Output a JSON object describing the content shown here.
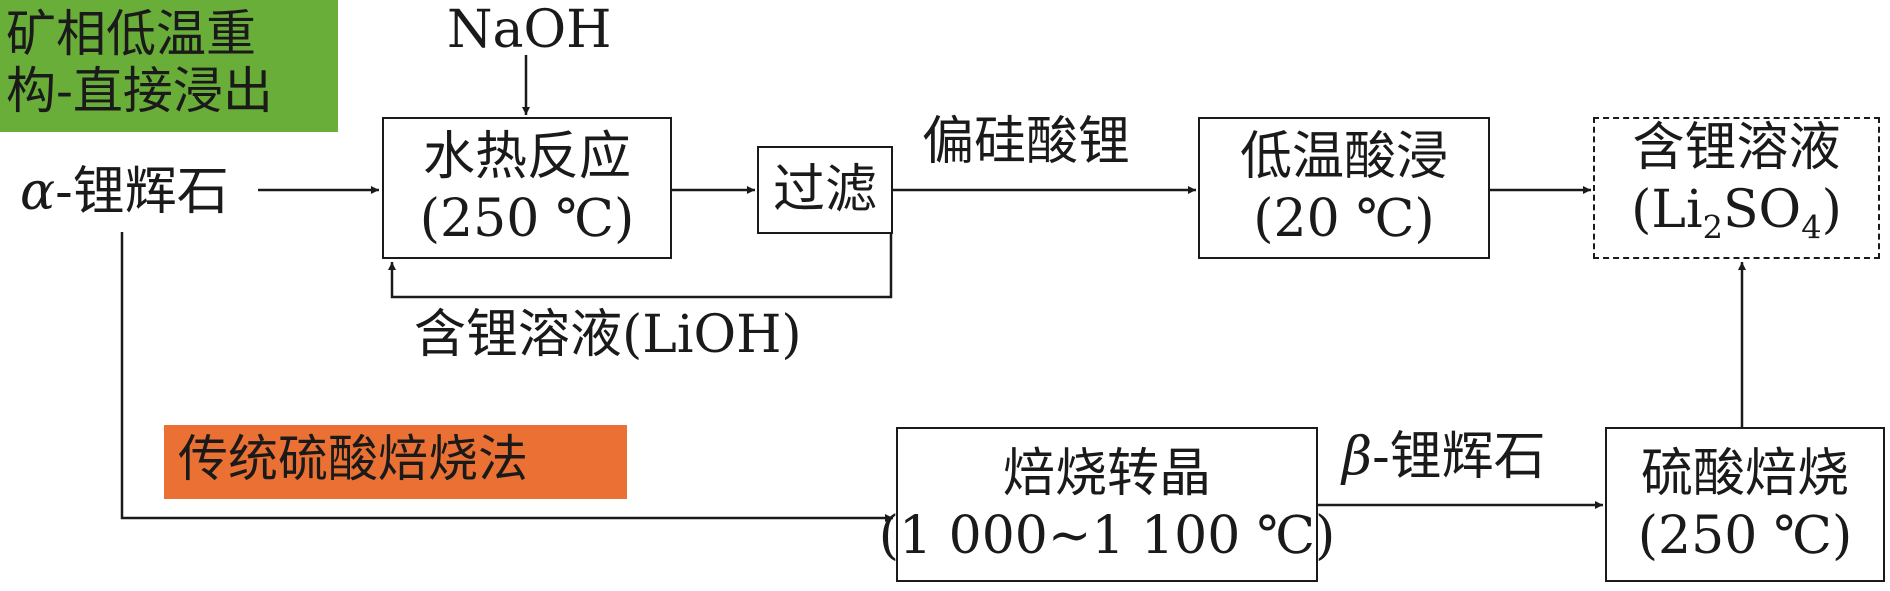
{
  "tags": {
    "green_line1": "矿相低温重",
    "green_line2": "构-直接浸出",
    "orange": "传统硫酸焙烧法"
  },
  "colors": {
    "green": "#6aae3a",
    "orange": "#ea7133",
    "stroke": "#1a1a1a"
  },
  "nodes": {
    "start": {
      "greek": "α",
      "text": "-锂辉石"
    },
    "naoh": "NaOH",
    "hydro": {
      "line1": "水热反应",
      "line2": "(250 ℃)"
    },
    "filter": "过滤",
    "silicate": "偏硅酸锂",
    "leach": {
      "line1": "低温酸浸",
      "line2": "(20 ℃)"
    },
    "product": {
      "line1": "含锂溶液",
      "line2_open": "(Li",
      "line2_sub1": "2",
      "line2_mid": "SO",
      "line2_sub2": "4",
      "line2_close": ")"
    },
    "recycle": "含锂溶液(LiOH)",
    "roast_convert": {
      "line1": "焙烧转晶",
      "line2": "(1 000~1 100 ℃)"
    },
    "beta": {
      "greek": "β",
      "text": "-锂辉石"
    },
    "acid_roast": {
      "line1": "硫酸焙烧",
      "line2": "(250 ℃)"
    }
  }
}
